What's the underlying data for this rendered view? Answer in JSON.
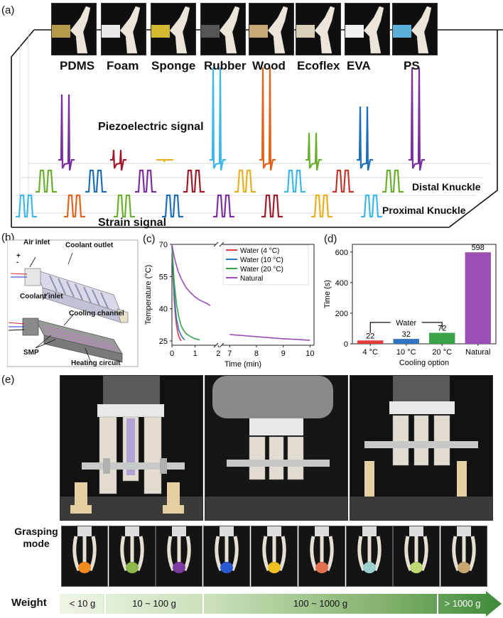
{
  "panels": {
    "a": "(a)",
    "b": "(b)",
    "c": "(c)",
    "d": "(d)",
    "e": "(e)"
  },
  "panel_a": {
    "materials": [
      "PDMS",
      "Foam",
      "Sponge",
      "Rubber",
      "Wood",
      "Ecoflex",
      "EVA",
      "PS"
    ],
    "sample_colors": [
      "#b59a4a",
      "#e8e8e8",
      "#d4b830",
      "#555555",
      "#c9a878",
      "#d8d0b8",
      "#f0f0f0",
      "#5ab0d8"
    ],
    "piezo_label": "Piezoelectric signal",
    "strain_label": "Strain signal",
    "distal_label": "Distal Knuckle",
    "proximal_label": "Proximal Knuckle",
    "piezo_colors": [
      "#7b2fa0",
      "#a01a2a",
      "#e8b020",
      "#3db8e8",
      "#e0641e",
      "#6ab02e",
      "#1e6eb8",
      "#7b2fa0"
    ],
    "distal_colors": [
      "#6ab02e",
      "#1e6eb8",
      "#7b2fa0",
      "#a01a2a",
      "#e8b020",
      "#3db8e8",
      "#c0392b",
      "#6ab02e"
    ],
    "proximal_colors": [
      "#3db8e8",
      "#e0641e",
      "#6ab02e",
      "#1e6eb8",
      "#7b2fa0",
      "#a01a2a",
      "#e8b020",
      "#3db8e8"
    ]
  },
  "panel_b": {
    "labels": [
      "Air inlet",
      "Coolant outlet",
      "Coolant inlet",
      "Cooling channel",
      "SMP",
      "Heating circuit"
    ],
    "signs": [
      "+",
      "-"
    ]
  },
  "chart_data": [
    {
      "type": "line",
      "xlabel": "Time (min)",
      "ylabel": "Temperature (°C)",
      "xlim": [
        0,
        10
      ],
      "ylim": [
        23,
        70
      ],
      "broken_axis": true,
      "xticks": [
        "0",
        "1",
        "2",
        "7",
        "8",
        "9",
        "10"
      ],
      "yticks": [
        "25",
        "40",
        "55",
        "70"
      ],
      "legend_position": "top-right",
      "series": [
        {
          "name": "Water (4 °C)",
          "color": "#e23c3c",
          "x": [
            0,
            0.05,
            0.1,
            0.15,
            0.2,
            0.25,
            0.3,
            0.35,
            0.4
          ],
          "y": [
            70,
            55,
            44,
            37,
            32,
            29,
            27,
            26,
            25
          ]
        },
        {
          "name": "Water (10 °C)",
          "color": "#2e74c0",
          "x": [
            0,
            0.05,
            0.1,
            0.15,
            0.2,
            0.3,
            0.4,
            0.5,
            0.55
          ],
          "y": [
            70,
            57,
            47,
            40,
            35,
            30,
            27.5,
            26,
            25.5
          ]
        },
        {
          "name": "Water (20 °C)",
          "color": "#3aa34a",
          "x": [
            0,
            0.1,
            0.2,
            0.3,
            0.4,
            0.5,
            0.6,
            0.8,
            1.0,
            1.2
          ],
          "y": [
            70,
            52,
            42,
            36,
            32,
            30,
            28.5,
            27,
            26,
            25.5
          ]
        },
        {
          "name": "Natural",
          "color": "#9b4fb5",
          "x": [
            0,
            0.1,
            0.25,
            0.4,
            0.6,
            0.8,
            1.0,
            1.2,
            1.5,
            1.65,
            7,
            7.5,
            8,
            8.5,
            9,
            9.5,
            10
          ],
          "y": [
            70,
            64,
            58,
            54,
            50,
            47.5,
            45.5,
            44,
            42.5,
            41.5,
            28,
            27.5,
            27,
            26.5,
            26,
            25.7,
            25.3
          ]
        }
      ]
    },
    {
      "type": "bar",
      "xlabel": "Cooling option",
      "ylabel": "Time (s)",
      "ylim": [
        0,
        650
      ],
      "yticks": [
        "0",
        "200",
        "400",
        "600"
      ],
      "categories": [
        "4 °C",
        "10 °C",
        "20 °C",
        "Natural"
      ],
      "values": [
        22,
        32,
        72,
        598
      ],
      "value_labels": [
        "22",
        "32",
        "72",
        "598"
      ],
      "colors": [
        "#e23c3c",
        "#2e74c0",
        "#3aa34a",
        "#9b4fb5"
      ],
      "group_annotation": "Water"
    }
  ],
  "panel_e": {
    "grasping_label": "Grasping\nmode",
    "weight_label": "Weight",
    "weight_ranges": [
      "< 10 g",
      "10 ~ 100 g",
      "100 ~ 1000 g",
      "> 1000 g"
    ],
    "object_colors": [
      "#f28a1e",
      "#8cb84a",
      "#7a3aa0",
      "#2a5ad0",
      "#f0c020",
      "#e07050",
      "#9ad0d0",
      "#c0d870",
      "#c8a870"
    ]
  }
}
